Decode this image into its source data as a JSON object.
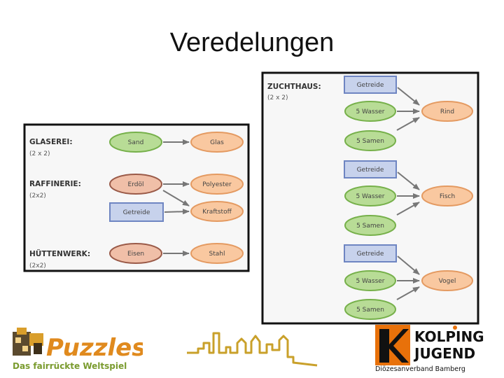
{
  "title": "Veredelungen",
  "colors": {
    "green_fill": "#b8dc96",
    "green_stroke": "#76b04a",
    "orange_fill": "#f9c8a0",
    "orange_stroke": "#e49a61",
    "brown_fill": "#f0bfa8",
    "brown_stroke": "#9a5a48",
    "blue_fill": "#c7d2ec",
    "blue_stroke": "#6e85c2",
    "arrow": "#777777",
    "panel_border": "#111111"
  },
  "left_panel": {
    "sections": [
      {
        "label": "GLASEREI:",
        "sub": "(2 x 2)"
      },
      {
        "label": "RAFFINERIE:",
        "sub": "(2x2)"
      },
      {
        "label": "HÜTTENWERK:",
        "sub": "(2x2)"
      }
    ],
    "nodes": {
      "sand": "Sand",
      "glas": "Glas",
      "erdoel": "Erdöl",
      "polyester": "Polyester",
      "getreide": "Getreide",
      "kraftstoff": "Kraftstoff",
      "eisen": "Eisen",
      "stahl": "Stahl"
    }
  },
  "right_panel": {
    "label": "ZUCHTHAUS:",
    "sub": "(2 x 2)",
    "groups": [
      {
        "input1": "Getreide",
        "input2": "5 Wasser",
        "input3": "5 Samen",
        "output": "Rind"
      },
      {
        "input1": "Getreide",
        "input2": "5 Wasser",
        "input3": "5 Samen",
        "output": "Fisch"
      },
      {
        "input1": "Getreide",
        "input2": "5 Wasser",
        "input3": "5 Samen",
        "output": "Vogel"
      }
    ]
  },
  "footer": {
    "puzzles_word": "Puzzles",
    "puzzles_tagline": "Das fairrückte Weltspiel",
    "kolping_line1": "KOLPING",
    "kolping_line2": "JUGEND",
    "kolping_tagline": "Diözesanverband Bamberg"
  }
}
